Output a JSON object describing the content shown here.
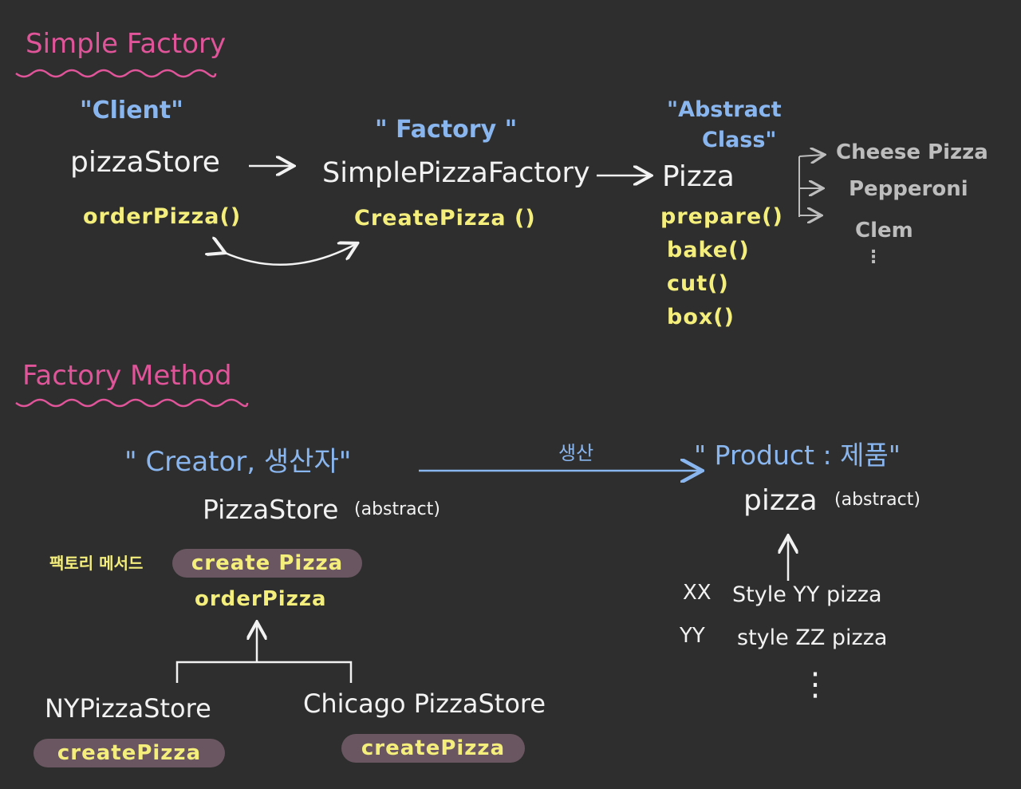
{
  "simple_factory": {
    "title": "Simple Factory",
    "client_label": "\"Client\"",
    "factory_label": "\" Factory \"",
    "abstract_label_1": "\"Abstract",
    "abstract_label_2": "Class\"",
    "client_class": "pizzaStore",
    "client_method": "orderPizza()",
    "factory_class": "SimplePizzaFactory",
    "factory_method": "CreatePizza ()",
    "product_class": "Pizza",
    "product_methods": [
      "prepare()",
      "bake()",
      "cut()",
      "box()"
    ],
    "subclasses": [
      "Cheese Pizza",
      "Pepperoni",
      "Clem",
      "⋮"
    ]
  },
  "factory_method": {
    "title": "Factory Method",
    "creator_label": "\" Creator, 생산자\"",
    "arrow_label": "생산",
    "product_label": "\" Product : 제품\"",
    "creator_class": "PizzaStore",
    "creator_abstract": "(abstract)",
    "factory_method_label": "팩토리 메서드",
    "creator_method_1": "create Pizza",
    "creator_method_2": "orderPizza",
    "product_class": "pizza",
    "product_abstract": "(abstract)",
    "product_rows": [
      {
        "prefix": "XX",
        "text": "Style YY pizza"
      },
      {
        "prefix": "YY",
        "text": "style ZZ pizza"
      }
    ],
    "product_more": "⋮",
    "subclass_1": "NYPizzaStore",
    "subclass_1_method": "createPizza",
    "subclass_2": "Chicago PizzaStore",
    "subclass_2_method": "createPizza"
  }
}
